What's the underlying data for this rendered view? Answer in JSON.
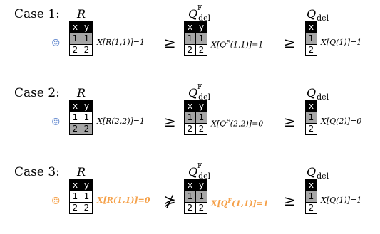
{
  "cases": [
    {
      "label": "Case 1:",
      "face": "☺",
      "face_kind": "happy",
      "r_name": "R",
      "qf_name": "Q",
      "qf_sub": "del",
      "qf_sup": "F",
      "q_name": "Q",
      "q_sub": "del",
      "r_rows": [
        [
          "1",
          "1"
        ],
        [
          "2",
          "2"
        ]
      ],
      "r_selected_row": 0,
      "qf_rows": [
        [
          "1",
          "1"
        ],
        [
          "2",
          "2"
        ]
      ],
      "qf_selected_row": 0,
      "q_rows": [
        [
          "1"
        ],
        [
          "2"
        ]
      ],
      "q_selected_row": 0,
      "expr_r": "X[R(1,1)]=1",
      "rel1": "≥",
      "expr_qf": "X[Q^F(1,1)]=1",
      "rel2": "≥",
      "expr_q": "X[Q(1)]=1",
      "highlight": false
    },
    {
      "label": "Case 2:",
      "face": "☺",
      "face_kind": "happy",
      "r_name": "R",
      "qf_name": "Q",
      "qf_sub": "del",
      "qf_sup": "F",
      "q_name": "Q",
      "q_sub": "del",
      "r_rows": [
        [
          "1",
          "1"
        ],
        [
          "2",
          "2"
        ]
      ],
      "r_selected_row": 1,
      "qf_rows": [
        [
          "1",
          "1"
        ],
        [
          "2",
          "2"
        ]
      ],
      "qf_selected_row": 0,
      "q_rows": [
        [
          "1"
        ],
        [
          "2"
        ]
      ],
      "q_selected_row": 0,
      "expr_r": "X[R(2,2)]=1",
      "rel1": "≥",
      "expr_qf": "X[Q^F(2,2)]=0",
      "rel2": "≥",
      "expr_q": "X[Q(2)]=0",
      "highlight": false
    },
    {
      "label": "Case 3:",
      "face": "☹",
      "face_kind": "sad",
      "r_name": "R",
      "qf_name": "Q",
      "qf_sub": "del",
      "qf_sup": "F",
      "q_name": "Q",
      "q_sub": "del",
      "r_rows": [
        [
          "1",
          "1"
        ],
        [
          "2",
          "2"
        ]
      ],
      "r_selected_row": -1,
      "qf_rows": [
        [
          "1",
          "1"
        ],
        [
          "2",
          "2"
        ]
      ],
      "qf_selected_row": 0,
      "q_rows": [
        [
          "1"
        ],
        [
          "2"
        ]
      ],
      "q_selected_row": 0,
      "expr_r": "X[R(1,1)]=0",
      "rel1": "⋡",
      "expr_qf": "X[Q^F(1,1)]=1",
      "rel2": "≥",
      "expr_q": "X[Q(1)]=1",
      "highlight": true
    }
  ],
  "headers_two": [
    "x",
    "y"
  ],
  "headers_one": [
    "x"
  ],
  "colors": {
    "happy": "#6b8fd1",
    "sad": "#f5a14a",
    "selected": "#a6a6a6",
    "header": "#000000"
  }
}
